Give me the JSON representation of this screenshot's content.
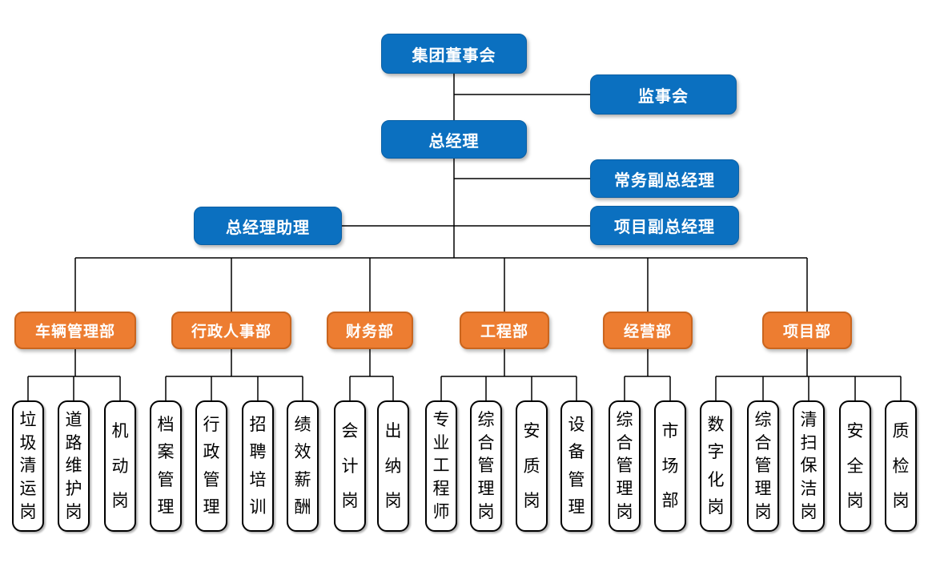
{
  "palette": {
    "executive_fill": "#0b70c0",
    "department_fill": "#ed7d31",
    "department_border": "#ca651e",
    "connector": "#000000",
    "position_fill": "#ffffff"
  },
  "top_nodes": {
    "board": "集团董事会",
    "supervisory": "监事会",
    "general_manager": "总经理",
    "executive_deputy_gm": "常务副总经理",
    "gm_assistant": "总经理助理",
    "project_deputy_gm": "项目副总经理"
  },
  "departments": [
    {
      "label": "车辆管理部",
      "positions": [
        "垃圾清运岗",
        "道路维护岗",
        "机动岗"
      ]
    },
    {
      "label": "行政人事部",
      "positions": [
        "档案管理",
        "行政管理",
        "招聘培训",
        "绩效薪酬"
      ]
    },
    {
      "label": "财务部",
      "positions": [
        "会计岗",
        "出纳岗"
      ]
    },
    {
      "label": "工程部",
      "positions": [
        "专业工程师",
        "综合管理岗",
        "安质岗",
        "设备管理"
      ]
    },
    {
      "label": "经营部",
      "positions": [
        "综合管理岗",
        "市场部"
      ]
    },
    {
      "label": "项目部",
      "positions": [
        "数字化岗",
        "综合管理岗",
        "清扫保洁岗",
        "安全岗",
        "质检岗"
      ]
    }
  ]
}
